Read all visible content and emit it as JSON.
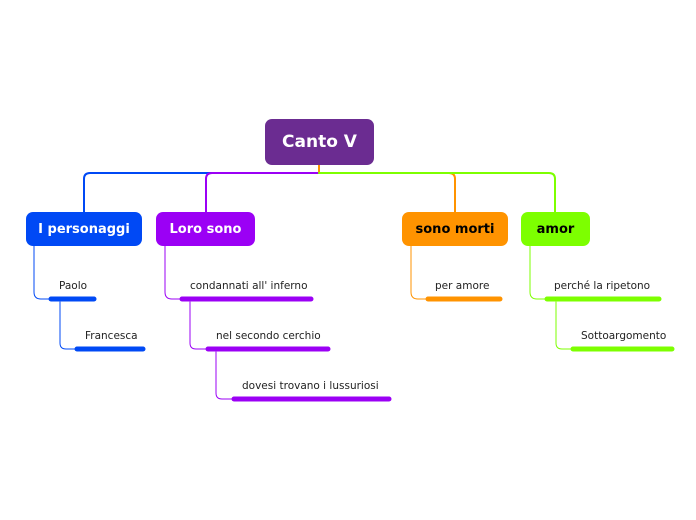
{
  "root": {
    "label": "Canto V",
    "color": "#6b2c91"
  },
  "branches": [
    {
      "id": "personaggi",
      "label": "I personaggi",
      "color": "#0049f5",
      "text_color": "#ffffff",
      "children": [
        {
          "label": "Paolo",
          "children": [
            {
              "label": "Francesca",
              "children": []
            }
          ]
        }
      ]
    },
    {
      "id": "loro-sono",
      "label": "Loro sono",
      "color": "#9b00f5",
      "text_color": "#ffffff",
      "children": [
        {
          "label": "condannati all' inferno",
          "children": [
            {
              "label": "nel secondo cerchio",
              "children": [
                {
                  "label": "dovesi trovano i lussuriosi",
                  "children": []
                }
              ]
            }
          ]
        }
      ]
    },
    {
      "id": "sono-morti",
      "label": "sono morti",
      "color": "#ff9300",
      "text_color": "#000000",
      "children": [
        {
          "label": "per amore",
          "children": []
        }
      ]
    },
    {
      "id": "amor",
      "label": "amor",
      "color": "#7dff00",
      "text_color": "#000000",
      "children": [
        {
          "label": "perché la ripetono",
          "children": [
            {
              "label": "Sottoargomento",
              "children": []
            }
          ]
        }
      ]
    }
  ]
}
